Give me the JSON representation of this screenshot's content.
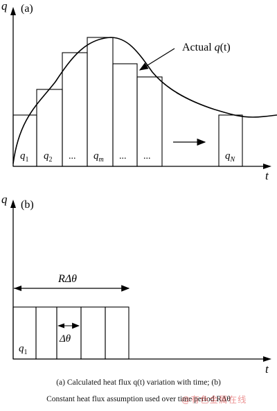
{
  "panel_a": {
    "label": "(a)",
    "y_axis_label": "q",
    "x_axis_label": "t",
    "curve_label_prefix": "Actual ",
    "curve_label_q": "q",
    "curve_label_args": "(t)",
    "bars": [
      {
        "label": "q",
        "sub": "1"
      },
      {
        "label": "q",
        "sub": "2"
      },
      {
        "label": "...",
        "sub": ""
      },
      {
        "label": "q",
        "sub": "m"
      },
      {
        "label": "...",
        "sub": ""
      },
      {
        "label": "...",
        "sub": ""
      }
    ],
    "last_bar": {
      "label": "q",
      "sub": "N"
    }
  },
  "panel_b": {
    "label": "(b)",
    "y_axis_label": "q",
    "x_axis_label": "t",
    "period_label": "RΔθ",
    "step_label": "Δθ",
    "first_bar": {
      "label": "q",
      "sub": "1"
    }
  },
  "caption": {
    "line1": "(a) Calculated heat flux q(t) variation with time; (b)",
    "line2": "Constant heat flux assumption used over time period RΔθ"
  },
  "watermark": "@有色金属在线"
}
